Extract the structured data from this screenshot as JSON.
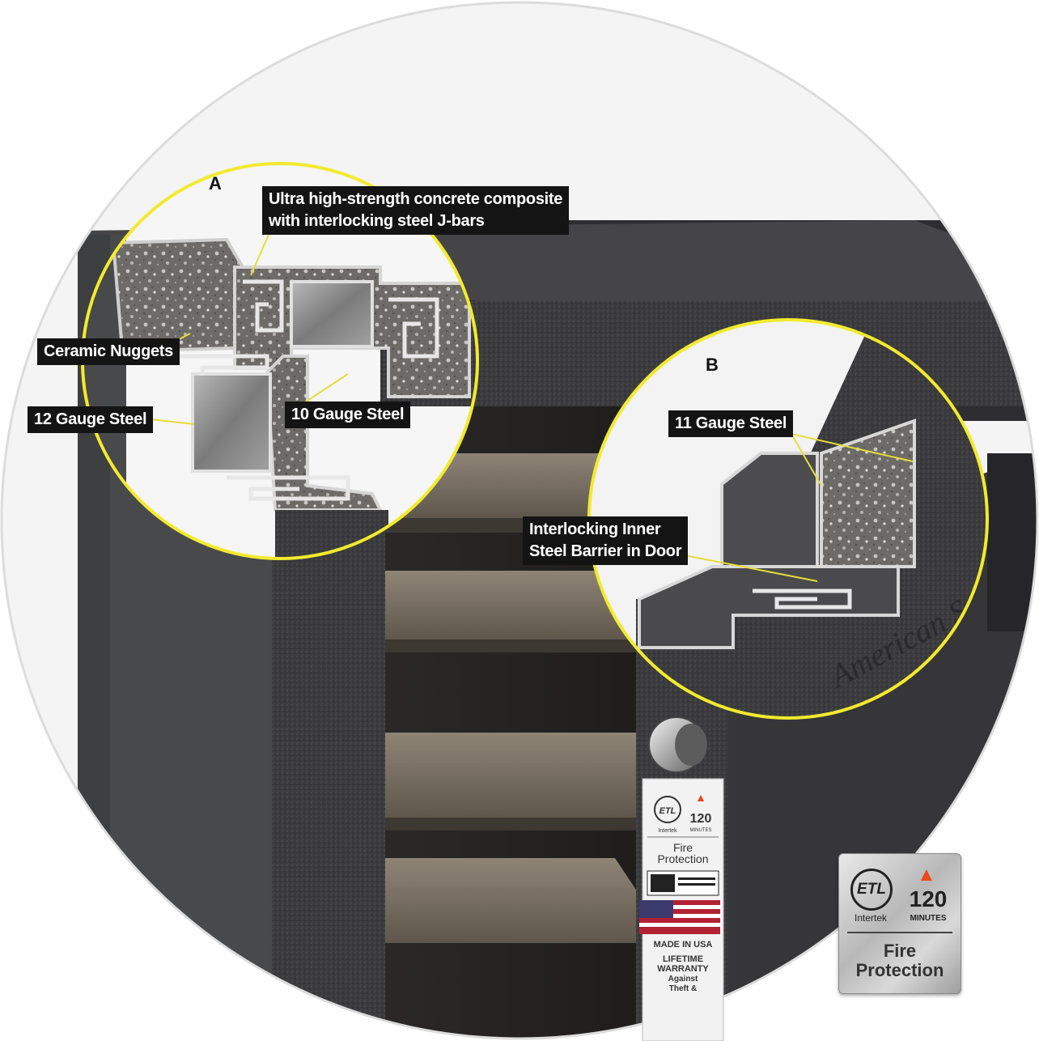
{
  "colors": {
    "highlight_circle": "#f2ea2e",
    "leader_line": "#e6dd3a",
    "safe_body": "#3a3a3c",
    "callout_bg": "#141414"
  },
  "detail_a": {
    "letter": "A"
  },
  "detail_b": {
    "letter": "B"
  },
  "callouts": {
    "concrete_line1": "Ultra high-strength concrete composite",
    "concrete_line2": "with interlocking steel J-bars",
    "ceramic": "Ceramic Nuggets",
    "gauge12": "12 Gauge Steel",
    "gauge10": "10 Gauge Steel",
    "gauge11": "11 Gauge Steel",
    "barrier_line1": "Interlocking Inner",
    "barrier_line2": "Steel Barrier in Door"
  },
  "door_sticker": {
    "etl": "ETL",
    "brand": "Intertek",
    "minutes_value": "120",
    "minutes_label": "MINUTES",
    "fire": "Fire",
    "protection": "Protection",
    "made_in": "MADE IN USA",
    "warranty_line1": "LIFETIME",
    "warranty_line2": "WARRANTY",
    "warranty_line3": "Against",
    "warranty_line4": "Theft &"
  },
  "badge": {
    "etl": "ETL",
    "brand": "Intertek",
    "icon": "flame-icon",
    "minutes_value": "120",
    "minutes_label": "MINUTES",
    "line1": "Fire",
    "line2": "Protection"
  },
  "door_logo": "American Security"
}
